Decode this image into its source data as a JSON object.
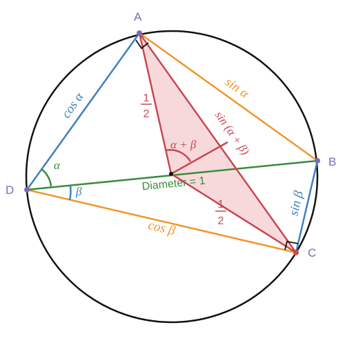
{
  "points": {
    "A": {
      "label": "A",
      "color": "#7b6bb0"
    },
    "B": {
      "label": "B",
      "color": "#7b6bb0"
    },
    "C": {
      "label": "C",
      "color": "#d04a4a"
    },
    "D": {
      "label": "D",
      "color": "#7b6bb0"
    }
  },
  "labels": {
    "cos_alpha": "cos α",
    "sin_alpha": "sin α",
    "cos_beta": "cos β",
    "sin_beta": "sin β",
    "alpha": "α",
    "beta": "β",
    "alpha_plus_beta": "α + β",
    "sin_alpha_plus_beta": "sin (α + β)",
    "half_top_num": "1",
    "half_top_den": "2",
    "half_right_num": "1",
    "half_right_den": "2",
    "diameter": "Diameter = 1"
  },
  "colors": {
    "circle": "#111111",
    "blue": "#3f7fbf",
    "orange": "#f0962a",
    "green": "#3a8a3a",
    "red": "#c8474f",
    "shade": "#f7d9db",
    "point": "#7b6bb0"
  }
}
